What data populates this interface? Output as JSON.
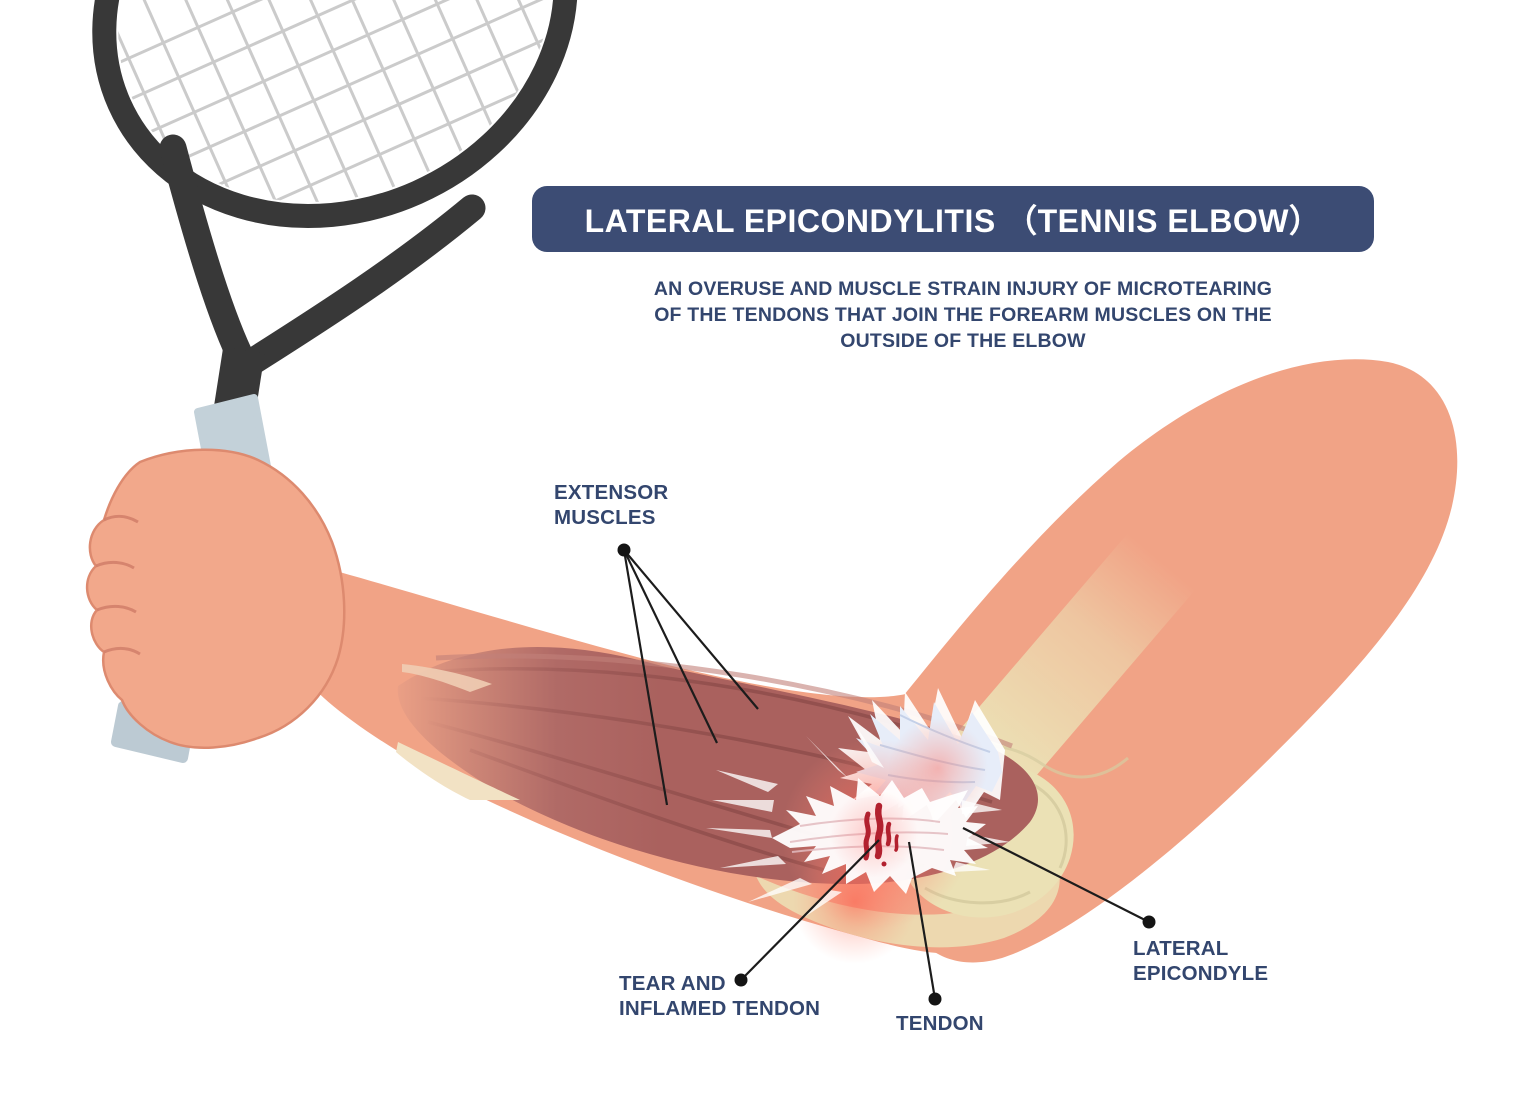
{
  "diagram": {
    "title": "LATERAL EPICONDYLITIS （TENNIS ELBOW）",
    "subtitle": {
      "line1": "AN OVERUSE AND MUSCLE STRAIN INJURY OF MICROTEARING",
      "line2": "OF THE TENDONS THAT JOIN THE FOREARM MUSCLES ON THE",
      "line3": "OUTSIDE OF THE ELBOW"
    },
    "labels": {
      "extensor_muscles": {
        "line1": "EXTENSOR",
        "line2": "MUSCLES"
      },
      "tear_inflamed_tendon": {
        "line1": "TEAR AND",
        "line2": "INFLAMED TENDON"
      },
      "tendon": {
        "line1": "TENDON"
      },
      "lateral_epicondyle": {
        "line1": "LATERAL",
        "line2": "EPICONDYLE"
      }
    },
    "colors": {
      "banner_bg": "#3c4c74",
      "banner_text": "#ffffff",
      "label_text": "#33466e",
      "skin": "#f1a386",
      "muscle": "#ab6360",
      "bone": "#ebe1b5",
      "tendon_white": "#ffffff",
      "tendon_blue": "#e8eefa",
      "inflammation": "#ff4a42",
      "tear": "#b2212f",
      "racket_frame": "#383838",
      "racket_strings": "#cbcbcb",
      "racket_grip": "#c3d1d9"
    }
  }
}
